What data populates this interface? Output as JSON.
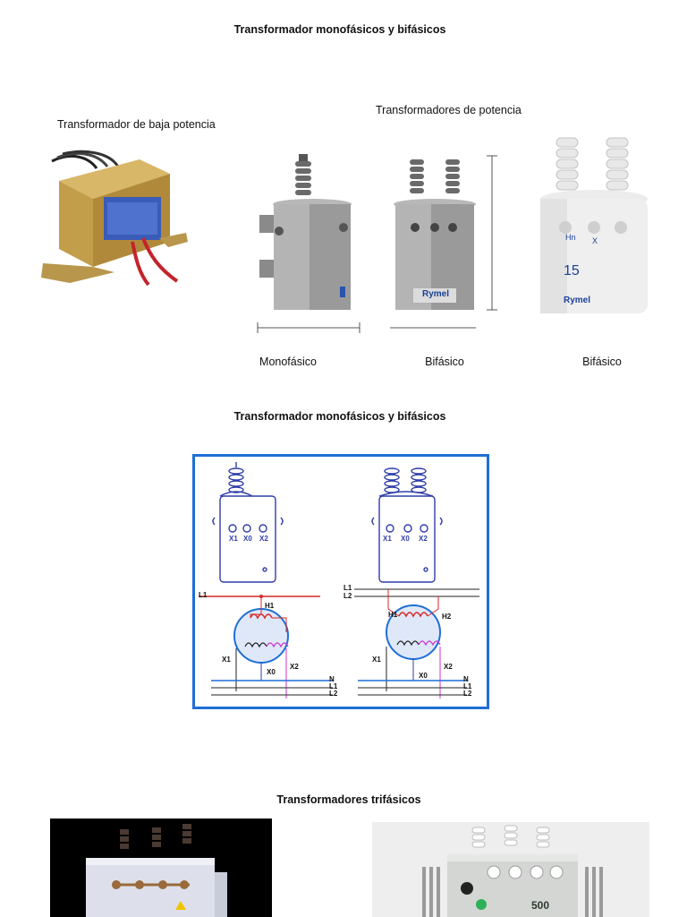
{
  "headings": {
    "top": "Transformador monofásicos y bifásicos",
    "potencia": "Transformadores de potencia",
    "baja": "Transformador de baja potencia",
    "middle": "Transformador monofásicos y bifásicos",
    "trifasicos": "Transformadores trifásicos"
  },
  "captions": {
    "monofasico": "Monofásico",
    "bifasico_1": "Bifásico",
    "bifasico_2": "Bifásico"
  },
  "photo_text": {
    "brand": "Rymel",
    "unit_number": "15",
    "unit_label_h": "Hn",
    "unit_label_x": "X",
    "kva": "500"
  },
  "diagram": {
    "left_terminals": [
      "X1",
      "X0",
      "X2"
    ],
    "right_terminals": [
      "X1",
      "X0",
      "X2"
    ],
    "left_lines": [
      "L1",
      "N",
      "L1",
      "L2"
    ],
    "right_lines": [
      "L1",
      "L2",
      "N",
      "L1",
      "L2"
    ],
    "left_coil_labels": [
      "H1",
      "X1",
      "X0",
      "X2"
    ],
    "right_coil_labels": [
      "H1",
      "H2",
      "X1",
      "X0",
      "X2"
    ],
    "colors": {
      "frame": "#1e6fd6",
      "line_red": "#d62828",
      "line_magenta": "#cc33cc",
      "tank": "#2f3da8",
      "bus_blue": "#1e6fd6"
    }
  }
}
